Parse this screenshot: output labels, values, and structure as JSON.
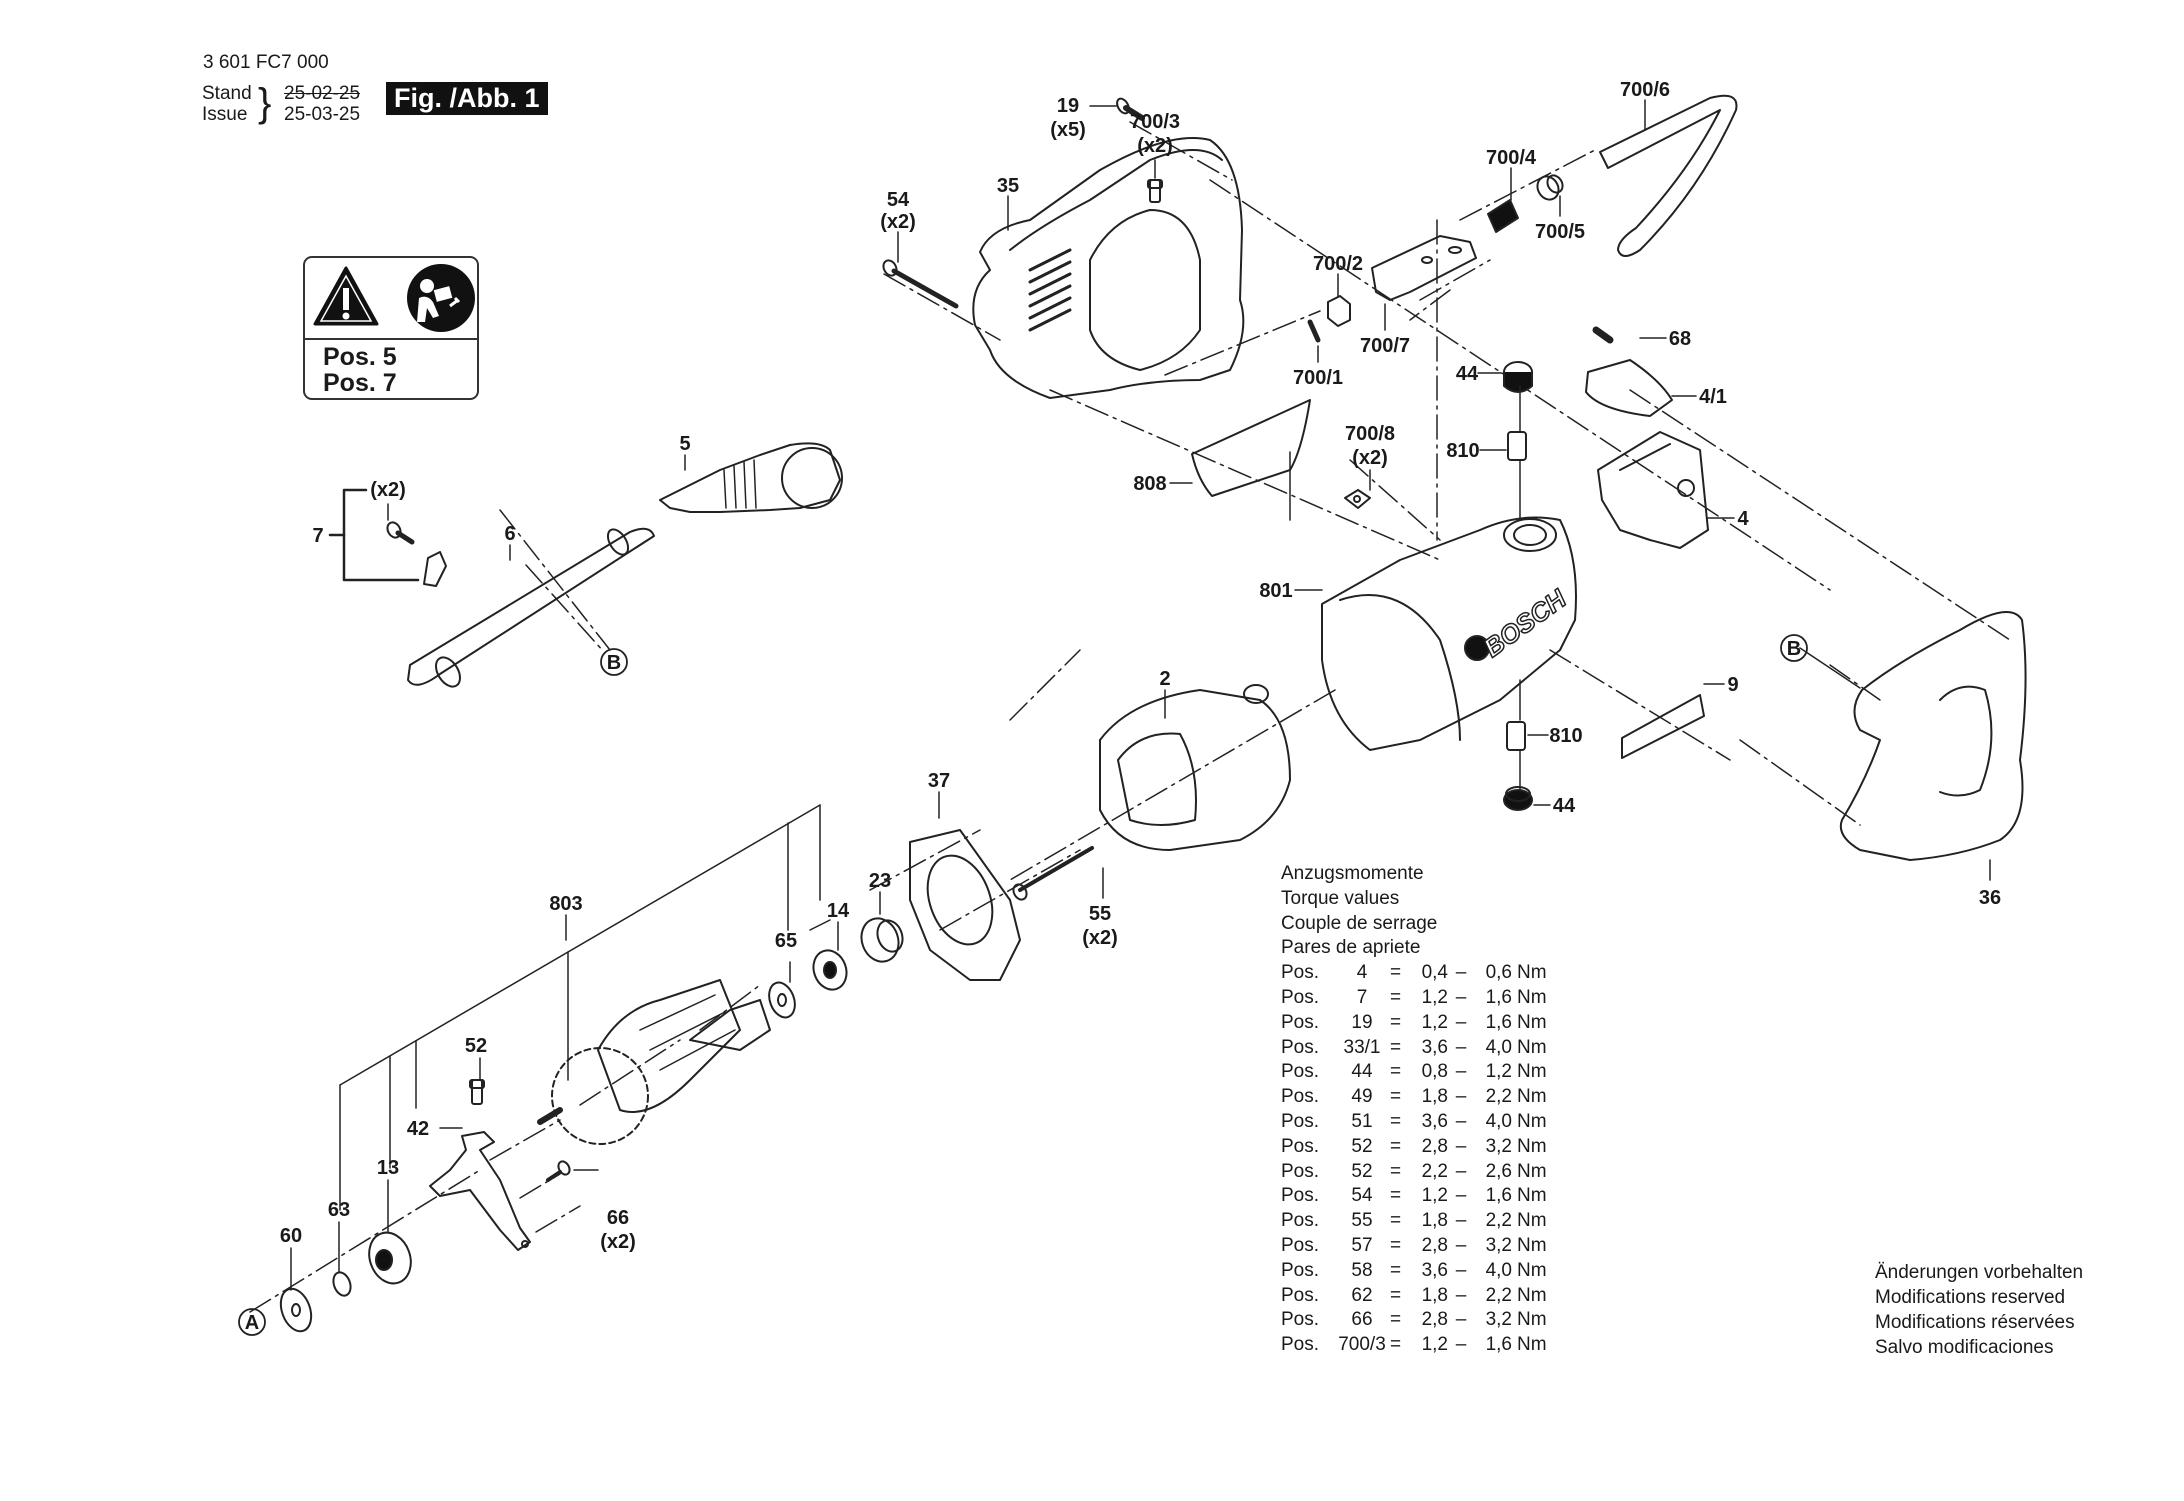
{
  "header": {
    "part_number": "3 601 FC7 000",
    "stand_label": "Stand",
    "issue_label": "Issue",
    "old_date": "25-02-25",
    "new_date": "25-03-25",
    "figure_label": "Fig. /Abb. 1"
  },
  "warning_box": {
    "icons": [
      "warning-triangle-icon",
      "read-manual-icon"
    ],
    "positions": [
      "Pos. 5",
      "Pos. 7"
    ]
  },
  "callouts": {
    "p19": "19",
    "p19q": "(x5)",
    "p54": "54",
    "p54q": "(x2)",
    "p35": "35",
    "p700_3": "700/3",
    "p700_3q": "(x2)",
    "p700_4": "700/4",
    "p700_5": "700/5",
    "p700_6": "700/6",
    "p700_2": "700/2",
    "p700_7": "700/7",
    "p700_1": "700/1",
    "p700_8": "700/8",
    "p700_8q": "(x2)",
    "p68": "68",
    "p4_1": "4/1",
    "p44a": "44",
    "p810a": "810",
    "p808": "808",
    "p4": "4",
    "p801": "801",
    "p9": "9",
    "p810b": "810",
    "p44b": "44",
    "pB1": "B",
    "pB2": "B",
    "p36": "36",
    "p5": "5",
    "p6": "6",
    "p7": "7",
    "p7q": "(x2)",
    "p2": "2",
    "p37": "37",
    "p23": "23",
    "p14": "14",
    "p65": "65",
    "p803": "803",
    "p55": "55",
    "p55q": "(x2)",
    "p52": "52",
    "p42": "42",
    "p13": "13",
    "p63": "63",
    "p60": "60",
    "p66": "66",
    "p66q": "(x2)",
    "pA": "A",
    "brand": "BOSCH"
  },
  "torque_table": {
    "titles": [
      "Anzugsmomente",
      "Torque values",
      "Couple de serrage",
      "Pares de apriete"
    ],
    "rows": [
      {
        "label": "Pos.",
        "pos": "4",
        "eq": "=",
        "min": "0,4",
        "dash": "–",
        "max": "0,6",
        "unit": "Nm"
      },
      {
        "label": "Pos.",
        "pos": "7",
        "eq": "=",
        "min": "1,2",
        "dash": "–",
        "max": "1,6",
        "unit": "Nm"
      },
      {
        "label": "Pos.",
        "pos": "19",
        "eq": "=",
        "min": "1,2",
        "dash": "–",
        "max": "1,6",
        "unit": "Nm"
      },
      {
        "label": "Pos.",
        "pos": "33/1",
        "eq": "=",
        "min": "3,6",
        "dash": "–",
        "max": "4,0",
        "unit": "Nm"
      },
      {
        "label": "Pos.",
        "pos": "44",
        "eq": "=",
        "min": "0,8",
        "dash": "–",
        "max": "1,2",
        "unit": "Nm"
      },
      {
        "label": "Pos.",
        "pos": "49",
        "eq": "=",
        "min": "1,8",
        "dash": "–",
        "max": "2,2",
        "unit": "Nm"
      },
      {
        "label": "Pos.",
        "pos": "51",
        "eq": "=",
        "min": "3,6",
        "dash": "–",
        "max": "4,0",
        "unit": "Nm"
      },
      {
        "label": "Pos.",
        "pos": "52",
        "eq": "=",
        "min": "2,8",
        "dash": "–",
        "max": "3,2",
        "unit": "Nm"
      },
      {
        "label": "Pos.",
        "pos": "52",
        "eq": "=",
        "min": "2,2",
        "dash": "–",
        "max": "2,6",
        "unit": "Nm"
      },
      {
        "label": "Pos.",
        "pos": "54",
        "eq": "=",
        "min": "1,2",
        "dash": "–",
        "max": "1,6",
        "unit": "Nm"
      },
      {
        "label": "Pos.",
        "pos": "55",
        "eq": "=",
        "min": "1,8",
        "dash": "–",
        "max": "2,2",
        "unit": "Nm"
      },
      {
        "label": "Pos.",
        "pos": "57",
        "eq": "=",
        "min": "2,8",
        "dash": "–",
        "max": "3,2",
        "unit": "Nm"
      },
      {
        "label": "Pos.",
        "pos": "58",
        "eq": "=",
        "min": "3,6",
        "dash": "–",
        "max": "4,0",
        "unit": "Nm"
      },
      {
        "label": "Pos.",
        "pos": "62",
        "eq": "=",
        "min": "1,8",
        "dash": "–",
        "max": "2,2",
        "unit": "Nm"
      },
      {
        "label": "Pos.",
        "pos": "66",
        "eq": "=",
        "min": "2,8",
        "dash": "–",
        "max": "3,2",
        "unit": "Nm"
      },
      {
        "label": "Pos.",
        "pos": "700/3",
        "eq": "=",
        "min": "1,2",
        "dash": "–",
        "max": "1,6",
        "unit": "Nm"
      }
    ]
  },
  "notes": [
    "Änderungen vorbehalten",
    "Modifications reserved",
    "Modifications réservées",
    "Salvo modificaciones"
  ]
}
